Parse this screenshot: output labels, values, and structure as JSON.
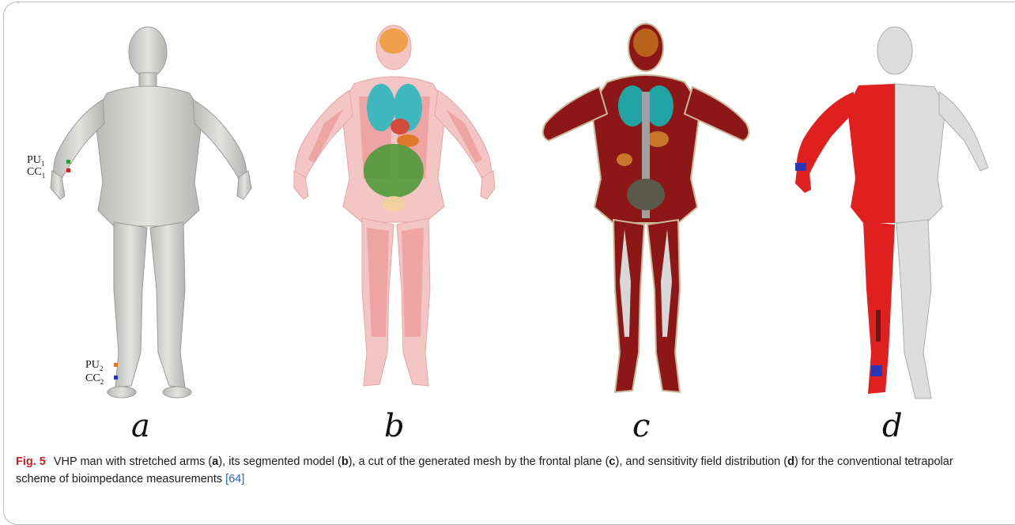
{
  "figure": {
    "label": "Fig. 5",
    "panels": [
      {
        "letter": "a"
      },
      {
        "letter": "b"
      },
      {
        "letter": "c"
      },
      {
        "letter": "d"
      }
    ],
    "electrodes": {
      "pu1": {
        "base": "PU",
        "sub": "1"
      },
      "cc1": {
        "base": "CC",
        "sub": "1"
      },
      "pu2": {
        "base": "PU",
        "sub": "2"
      },
      "cc2": {
        "base": "CC",
        "sub": "2"
      }
    },
    "caption": {
      "t1": "VHP man with stretched arms (",
      "a": "a",
      "t2": "), its segmented model (",
      "b": "b",
      "t3": "), a cut of the generated mesh by the frontal plane (",
      "c": "c",
      "t4": "), and sensitivity field distribution (",
      "d": "d",
      "t5": ") for the conventional tetrapolar scheme of bioimpedance measurements ",
      "ref": "[64]"
    }
  },
  "colors": {
    "fig_label": "#cc1f1f",
    "reference_link": "#2a63b8",
    "skin_model": "#d4d4d2",
    "segmented_muscle": "#ef8f8f",
    "lungs": "#3fb8bd",
    "intestine": "#4e9a3a",
    "mesh_muscle": "#8d1616",
    "sensitivity_red": "#e0201e",
    "electrode_green": "#2f9a3a",
    "electrode_red": "#d42020",
    "electrode_orange": "#e0761a",
    "electrode_blue": "#2638b8"
  }
}
